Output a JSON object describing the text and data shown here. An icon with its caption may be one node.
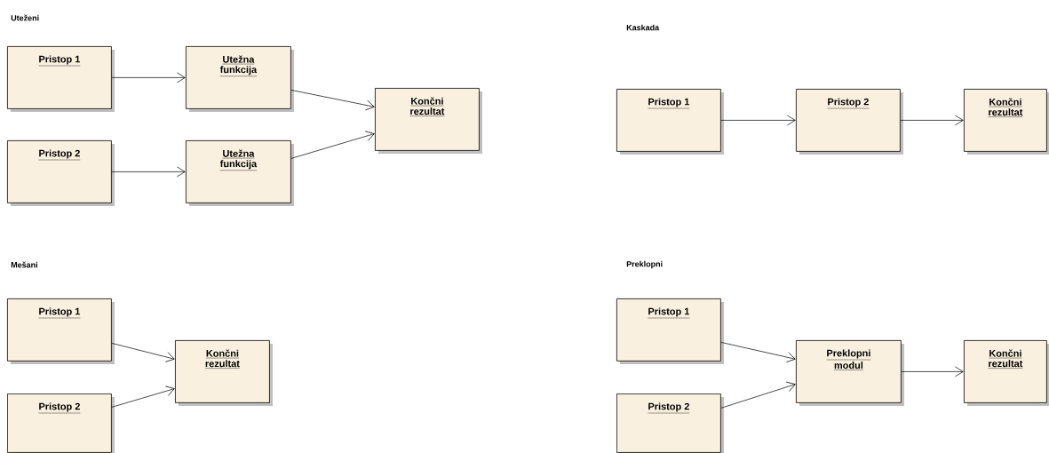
{
  "diagram": {
    "nodes": [
      {
        "text": [
          "Pristop 1"
        ]
      },
      {
        "text": [
          "Utežna funkcija"
        ]
      },
      {
        "text": [
          "Končni rezultat"
        ]
      },
      {
        "text": [
          "Pristop 2"
        ]
      },
      {
        "text": [
          "Utežna funkcija"
        ]
      },
      {
        "text": [
          "Pristop 1"
        ]
      },
      {
        "text": [
          "Pristop 2"
        ]
      },
      {
        "text": [
          "Končni rezultat"
        ]
      },
      {
        "text": [
          "Pristop 1"
        ]
      },
      {
        "text": [
          "Končni rezultat"
        ]
      },
      {
        "text": [
          "Pristop 2"
        ]
      },
      {
        "text": [
          "Pristop 1"
        ]
      },
      {
        "text": [
          "Preklopni modul"
        ]
      },
      {
        "text": [
          "Končni rezultat"
        ]
      },
      {
        "text": [
          "Pristop 2"
        ]
      }
    ],
    "edges": [
      {
        "from": 0,
        "to": 1,
        "arrow": "to"
      },
      {
        "from": 1,
        "to": 2,
        "arrow": "to"
      },
      {
        "from": 3,
        "to": 4,
        "arrow": "to"
      },
      {
        "from": 4,
        "to": 2,
        "arrow": "to"
      },
      {
        "from": 5,
        "to": 6,
        "arrow": "to"
      },
      {
        "from": 6,
        "to": 7,
        "arrow": "to"
      },
      {
        "from": 8,
        "to": 9,
        "arrow": "to"
      },
      {
        "from": 10,
        "to": 9,
        "arrow": "to"
      },
      {
        "from": 11,
        "to": 12,
        "arrow": "to"
      },
      {
        "from": 14,
        "to": 12,
        "arrow": "to"
      },
      {
        "from": 12,
        "to": 13,
        "arrow": "to"
      }
    ],
    "labels": [
      "Uteženi",
      "Kaskada",
      "Mešani",
      "Preklopni"
    ]
  }
}
